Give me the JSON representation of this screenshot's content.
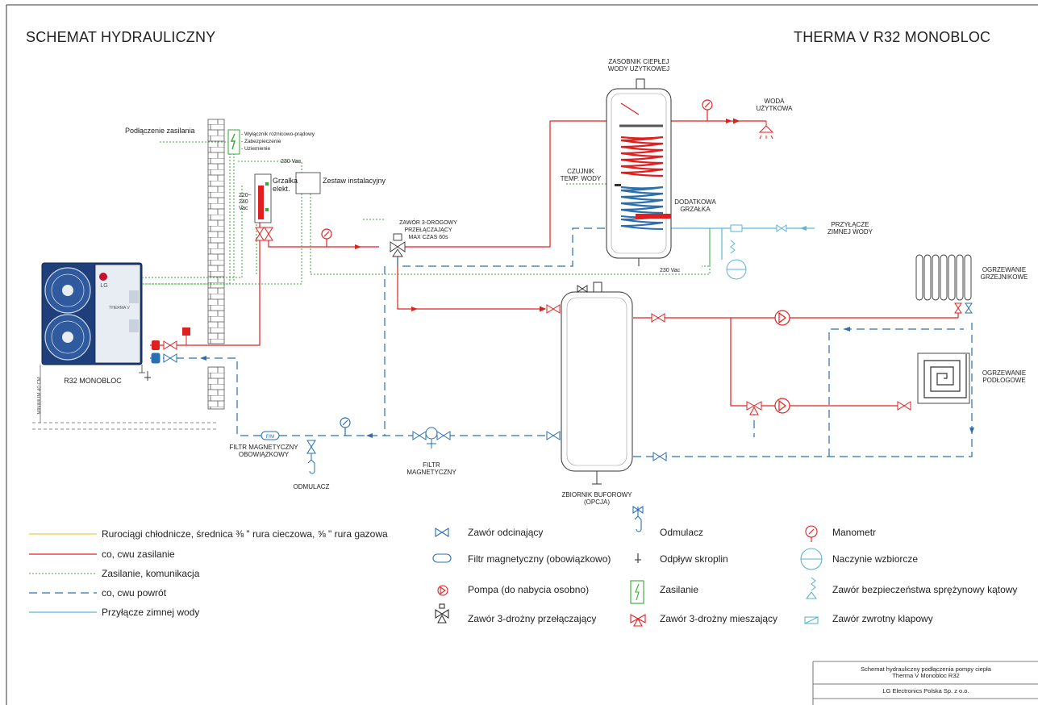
{
  "header": {
    "title_left": "SCHEMAT HYDRAULICZNY",
    "title_right": "THERMA V R32 MONOBLOC"
  },
  "labels": {
    "power_connection": "Podłączenie zasilania",
    "breaker_1": "- Wyłącznik różnicowo-prądowy",
    "breaker_2": "- Zabezpieczenie",
    "breaker_3": "- Uziemienie",
    "v230_top": "230 Vac",
    "heater_1": "Grzałka",
    "heater_2": "elekt.",
    "v_220_1": "220~",
    "v_220_2": "240",
    "v_220_3": "Vac",
    "install_kit": "Zestaw instalacyjny",
    "valve3_1": "ZAWÓR 3-DROGOWY",
    "valve3_2": "PRZEŁĄCZAJĄCY",
    "valve3_3": "MAX CZAS 60s",
    "dhw_tank_1": "ZASOBNIK CIEPŁEJ",
    "dhw_tank_2": "WODY UŻYTKOWEJ",
    "sensor_1": "CZUJNIK",
    "sensor_2": "TEMP. WODY",
    "extra_heater_1": "DODATKOWA",
    "extra_heater_2": "GRZAŁKA",
    "tap_water_1": "WODA",
    "tap_water_2": "UŻYTKOWA",
    "cold_water_1": "PRZYŁĄCZE",
    "cold_water_2": "ZIMNEJ WODY",
    "v230_tank": "230 Vac",
    "radiators_1": "OGRZEWANIE",
    "radiators_2": "GRZEJNIKOWE",
    "floor_1": "OGRZEWANIE",
    "floor_2": "PODŁOGOWE",
    "unit_name": "R32 MONOBLOC",
    "minimum": "MINIMUM 40 CM",
    "unit_brand": "LG",
    "unit_model": "THERMA V",
    "mag_filter_req_1": "FILTR MAGNETYCZNY",
    "mag_filter_req_2": "OBOWIĄZKOWY",
    "mag_filter_1": "FILTR",
    "mag_filter_2": "MAGNETYCZNY",
    "desludger": "ODMULACZ",
    "buffer_1": "ZBIORNIK BUFOROWY",
    "buffer_2": "(OPCJA)",
    "fm_tag": "F/M"
  },
  "legend": {
    "lines": [
      {
        "label": "Rurociągi chłodnicze, średnica ⅜ \" rura cieczowa, ⅝ \" rura gazowa",
        "color": "#f2c94c",
        "style": "solid"
      },
      {
        "label": "co, cwu zasilanie",
        "color": "#e02020",
        "style": "solid"
      },
      {
        "label": "Zasilanie, komunikacja",
        "color": "#3aa63a",
        "style": "dotted"
      },
      {
        "label": "co, cwu powrót",
        "color": "#2a6fb0",
        "style": "dashed"
      },
      {
        "label": "Przyłącze zimnej wody",
        "color": "#5bb6d6",
        "style": "solid"
      }
    ],
    "col2": [
      "Zawór odcinający",
      "Filtr magnetyczny (obowiązkowo)",
      "Pompa (do nabycia osobno)",
      "Zawór 3-drożny przełączający"
    ],
    "col3": [
      "Odmulacz",
      "Odpływ skroplin",
      "Zasilanie",
      "Zawór 3-drożny mieszający"
    ],
    "col4": [
      "Manometr",
      "Naczynie wzbiorcze",
      "Zawór bezpieczeństwa sprężynowy kątowy",
      "Zawór zwrotny klapowy"
    ]
  },
  "title_block": {
    "line1": "Schemat hydrauliczny podłączenia pompy ciepła",
    "line2": "Therma V Monobloc R32",
    "company": "LG Electronics Polska Sp. z o.o."
  },
  "colors": {
    "supply": "#e02020",
    "return": "#2a6fb0",
    "cold_water": "#5bb6d6",
    "power": "#3aa63a",
    "refrigerant": "#f2c94c",
    "unit_body": "#1f3f7a"
  }
}
